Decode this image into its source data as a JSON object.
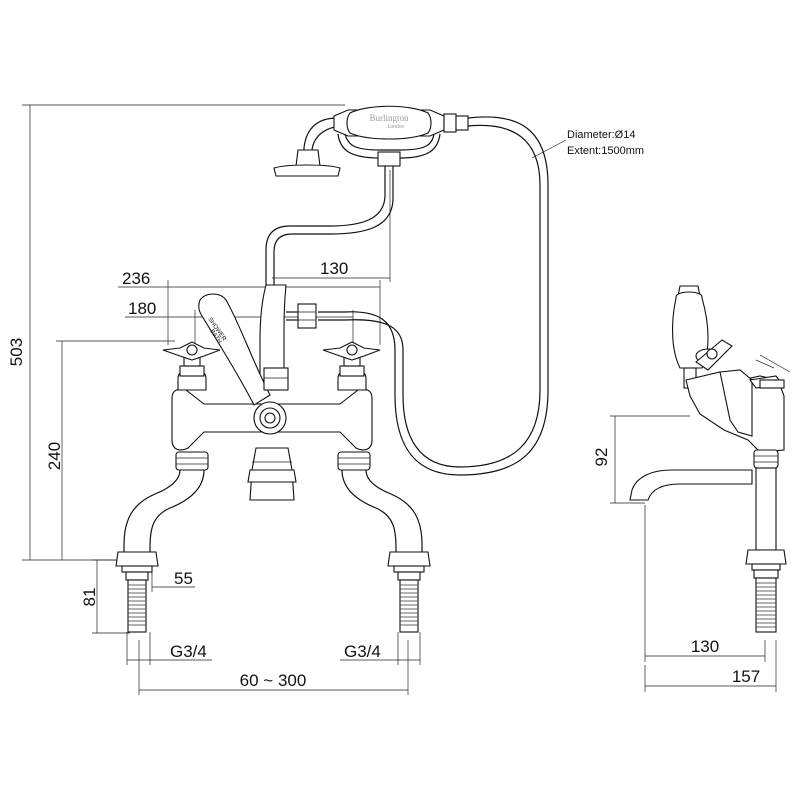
{
  "brand": {
    "name": "Burlington",
    "sub": "London"
  },
  "hose_note": {
    "diameter": "Diameter:Ø14",
    "extent": "Extent:1500mm"
  },
  "lever_labels": {
    "shower": "SHOWER",
    "bath": "BATH"
  },
  "dimensions": {
    "overall_height": "503",
    "to_outlet_height": "240",
    "tail_length": "81",
    "tail_offset": "55",
    "width_236": "236",
    "width_180": "180",
    "handset_offset": "130",
    "thread_left": "G3/4",
    "thread_right": "G3/4",
    "centres": "60 ~ 300",
    "spout_height": "92",
    "spout_projection": "130",
    "overall_depth": "157"
  }
}
